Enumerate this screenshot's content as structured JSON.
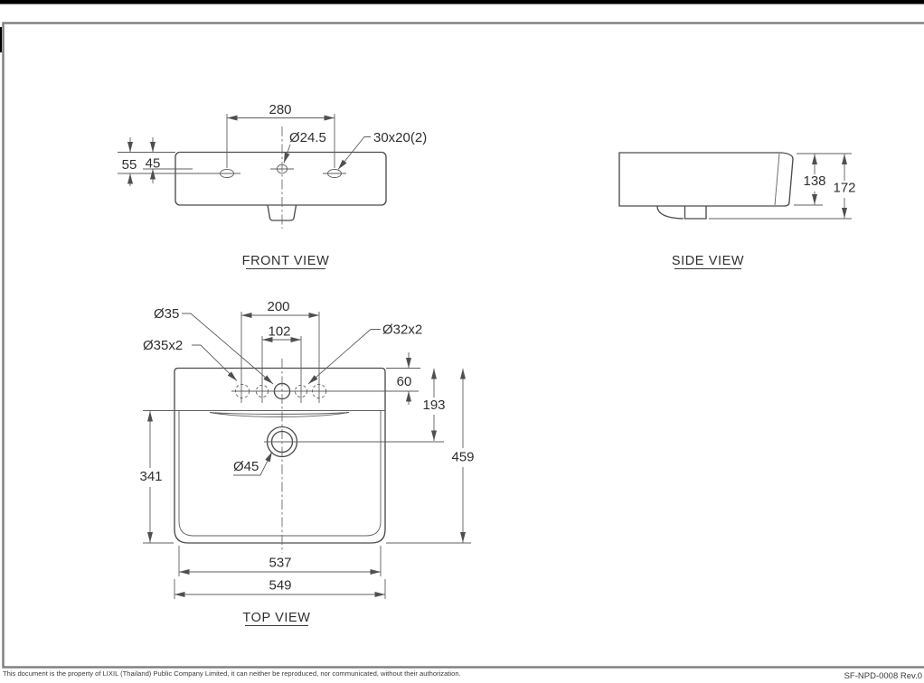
{
  "views": {
    "front": {
      "label": "FRONT VIEW",
      "dims": {
        "hole_spacing": "280",
        "faucet_hole_dia": "Ø24.5",
        "fixing_hole_size": "30x20(2)",
        "top_to_fixing_hole": "55",
        "top_to_faucet_hole": "45"
      }
    },
    "side": {
      "label": "SIDE VIEW",
      "dims": {
        "rim_height": "138",
        "overall_height": "172"
      }
    },
    "top": {
      "label": "TOP VIEW",
      "dims": {
        "center_hole_dia": "Ø35",
        "outer_holes_dia": "Ø35x2",
        "inner_holes_dia": "Ø32x2",
        "outer_hole_spacing": "200",
        "inner_hole_spacing": "102",
        "front_edge_to_holes": "60",
        "front_edge_to_drain": "193",
        "bowl_depth": "341",
        "overall_depth": "459",
        "drain_hole_dia": "Ø45",
        "inner_width": "537",
        "overall_width": "549"
      }
    }
  },
  "footer": {
    "notice": "This document is the property of LIXIL (Thailand) Public Company Limited, it can neither be reproduced, nor communicated, without their authorization.",
    "doc_number": "SF-NPD-0008 Rev.0"
  },
  "colors": {
    "line": "#575757",
    "frame": "#7d7d7d",
    "top_bar": "#000000"
  }
}
